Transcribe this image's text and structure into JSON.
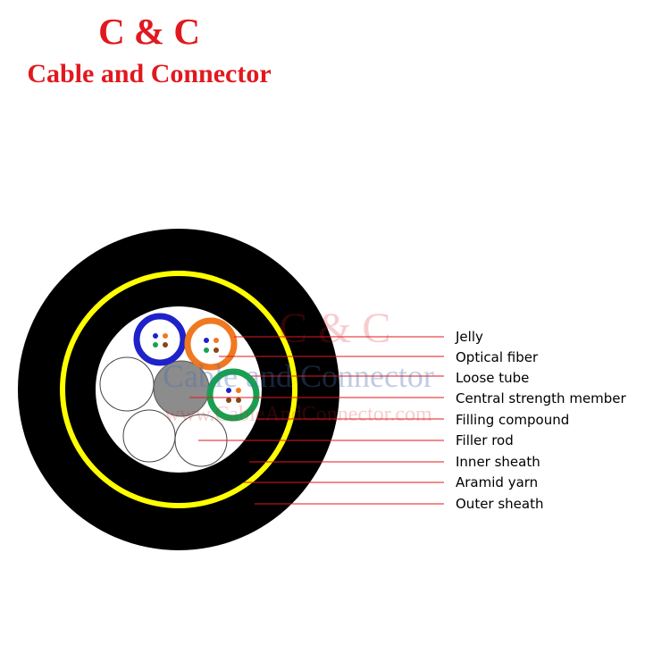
{
  "header": {
    "logo": "C & C",
    "company": "Cable and Connector"
  },
  "watermark": {
    "logo": "C & C",
    "company": "Cable and Connector",
    "url": "www.CableAndConnector.com"
  },
  "labels": {
    "jelly": "Jelly",
    "optical_fiber": "Optical fiber",
    "loose_tube": "Loose tube",
    "central_strength_member": "Central strength member",
    "filling_compound": "Filling compound",
    "filler_rod": "Filler rod",
    "inner_sheath": "Inner sheath",
    "aramid_yarn": "Aramid yarn",
    "outer_sheath": "Outer sheath"
  },
  "colors": {
    "brand": "#e1191f",
    "outer_sheath": "#000000",
    "aramid_yarn": "#ffff00",
    "central_strength_member": "#8c8c8c",
    "tube_blue": "#1e22c8",
    "tube_orange": "#f07820",
    "tube_green": "#18a050",
    "leader_line": "#e1191f"
  }
}
